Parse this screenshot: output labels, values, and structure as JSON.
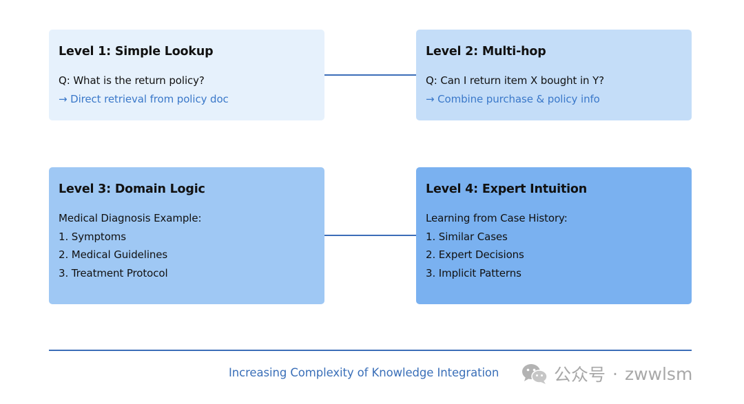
{
  "levels": [
    {
      "title": "Level 1: Simple Lookup",
      "lines": [
        "Q: What is the return policy?"
      ],
      "accent": "→ Direct retrieval from policy doc",
      "color": "#e6f1fc"
    },
    {
      "title": "Level 2: Multi-hop",
      "lines": [
        "Q: Can I return item X bought in Y?"
      ],
      "accent": "→ Combine purchase & policy info",
      "color": "#c4ddf8"
    },
    {
      "title": "Level 3: Domain Logic",
      "lines": [
        "Medical Diagnosis Example:",
        "1. Symptoms",
        "2. Medical Guidelines",
        "3. Treatment Protocol"
      ],
      "color": "#9fc8f4"
    },
    {
      "title": "Level 4: Expert Intuition",
      "lines": [
        "Learning from Case History:",
        "1. Similar Cases",
        "2. Expert Decisions",
        "3. Implicit Patterns"
      ],
      "color": "#7ab1f0"
    }
  ],
  "axis": {
    "label": "Increasing Complexity of Knowledge Integration",
    "color": "#3b6db8"
  },
  "watermark": {
    "icon": "wechat-icon",
    "account": "公众号",
    "separator": "·",
    "handle": "zwwlsm"
  }
}
